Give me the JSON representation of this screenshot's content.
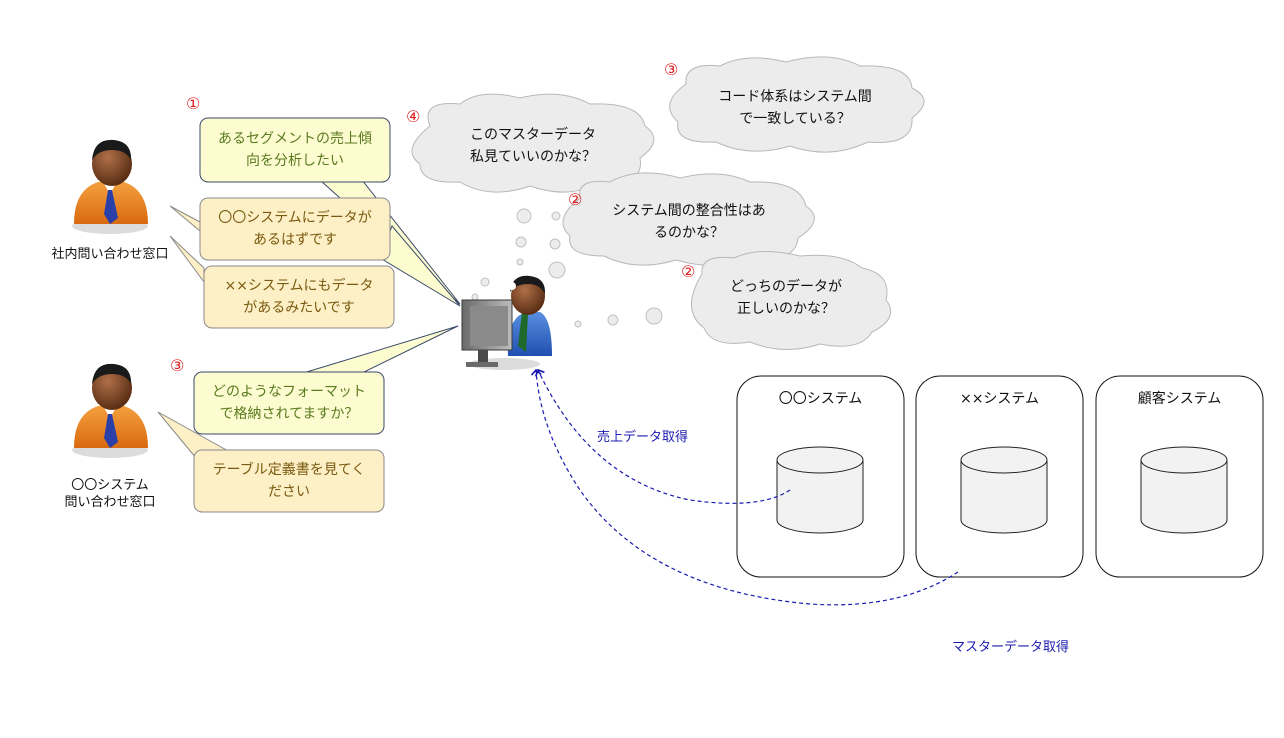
{
  "persons": {
    "internal": {
      "label": "社内問い合わせ窓口"
    },
    "system_contact": {
      "label": "〇〇システム\n問い合わせ窓口"
    }
  },
  "callouts": {
    "c1": "あるセグメントの売上傾\n向を分析したい",
    "c2": "〇〇システムにデータが\nあるはずです",
    "c3": "××システムにもデータ\nがあるみたいです",
    "c4": "どのようなフォーマット\nで格納されてますか？",
    "c5": "テーブル定義書を見てく\nださい"
  },
  "thoughts": {
    "t1": "このマスターデータ\n私見ていいのかな？",
    "t2": "コード体系はシステム間\nで一致している？",
    "t3": "システム間の整合性はあ\nるのかな？",
    "t4": "どっちのデータが\n正しいのかな？"
  },
  "numbers": {
    "n_callout1": "①",
    "n_callout4": "③",
    "n_thought1": "④",
    "n_thought2": "③",
    "n_thought3": "②",
    "n_thought4": "②"
  },
  "systems": [
    {
      "name": "〇〇システム"
    },
    {
      "name": "××システム"
    },
    {
      "name": "顧客システム"
    }
  ],
  "arrows": {
    "sales": "売上データ取得",
    "master": "マスターデータ取得"
  },
  "colors": {
    "callout_green": "#fcfcd0",
    "callout_yellow": "#fdefc6",
    "cloud": "#ececec",
    "arrow": "#1a1ab0",
    "number": "#e02020"
  }
}
